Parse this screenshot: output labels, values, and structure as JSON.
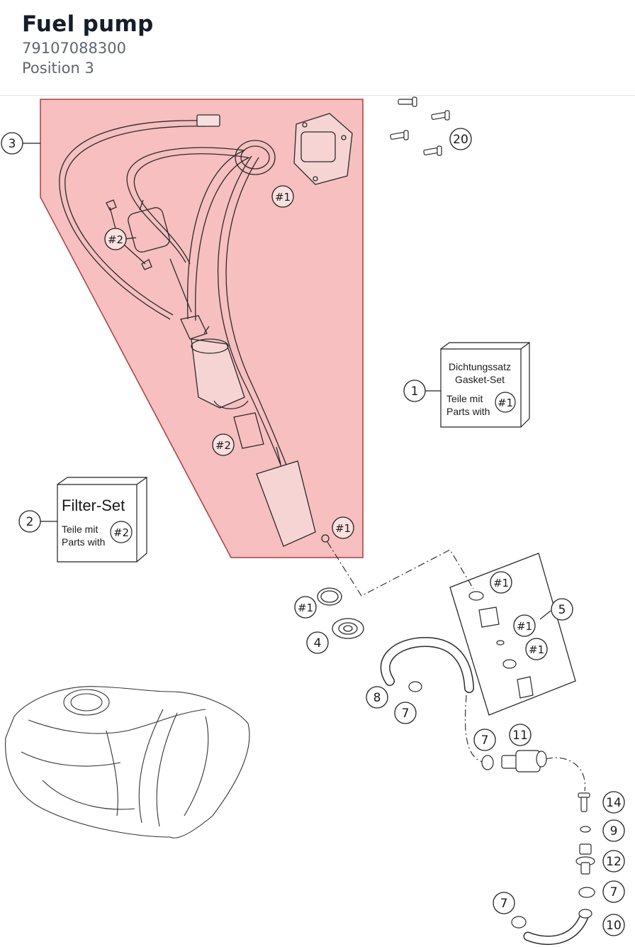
{
  "header": {
    "title": "Fuel pump",
    "part_number": "79107088300",
    "position": "Position 3"
  },
  "colors": {
    "highlight_fill": "#f4a9a9",
    "highlight_stroke": "#c0392b",
    "line": "#222222"
  },
  "callouts": {
    "c3": "3",
    "c20": "20",
    "c1": "1",
    "c2": "2",
    "c4": "4",
    "c5": "5",
    "c7a": "7",
    "c7b": "7",
    "c7c": "7",
    "c7d": "7",
    "c8": "8",
    "c9": "9",
    "c10": "10",
    "c11": "11",
    "c12": "12",
    "c14": "14",
    "h1a": "#1",
    "h1b": "#1",
    "h1c": "#1",
    "h1d": "#1",
    "h1e": "#1",
    "h1f": "#1",
    "h2a": "#2",
    "h2b": "#2"
  },
  "gasket_box": {
    "line1": "Dichtungssatz",
    "line2": "Gasket-Set",
    "line3": "Teile mit",
    "line4": "Parts with",
    "ref": "#1"
  },
  "filter_box": {
    "line1": "Filter-Set",
    "line2": "Teile mit",
    "line3": "Parts with",
    "ref": "#2"
  }
}
